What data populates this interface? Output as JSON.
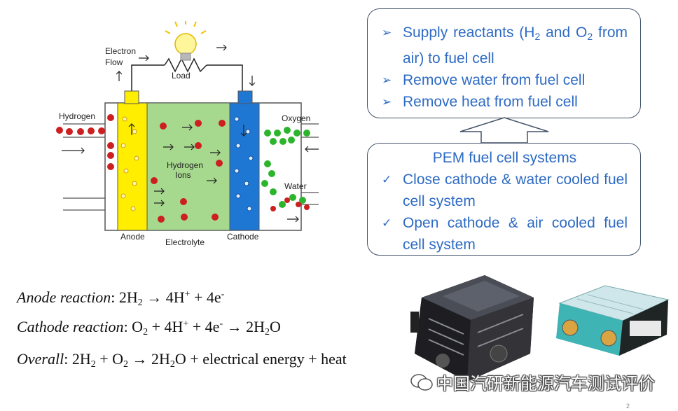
{
  "diagram": {
    "electron_flow": "Electron",
    "electron_flow2": "Flow",
    "load": "Load",
    "hydrogen": "Hydrogen",
    "hydrogen_ions": "Hydrogen",
    "hydrogen_ions2": "Ions",
    "oxygen": "Oxygen",
    "water": "Water",
    "anode": "Anode",
    "electrolyte": "Electrolyte",
    "cathode": "Cathode"
  },
  "functions": {
    "items": [
      "Supply reactants (H₂ and O₂ from air) to fuel cell",
      "Remove water from fuel cell",
      "Remove heat from fuel cell"
    ]
  },
  "systems": {
    "title": "PEM fuel cell systems",
    "items": [
      "Close cathode & water cooled fuel cell system",
      "Open cathode & air cooled fuel cell system"
    ]
  },
  "equations": {
    "anode_label": "Anode reaction",
    "cathode_label": "Cathode reaction",
    "overall_label": "Overall",
    "overall_tail": "electrical energy + heat"
  },
  "watermark": "中国汽研新能源汽车测试评价",
  "page_number": "2",
  "colors": {
    "anode": "#ffee00",
    "electrolyte": "#a6d98e",
    "cathode": "#1f77d4",
    "hydrogen_dot": "#cc1f1f",
    "oxygen_dot": "#2cb52c",
    "text_blue": "#2e6bc4"
  }
}
